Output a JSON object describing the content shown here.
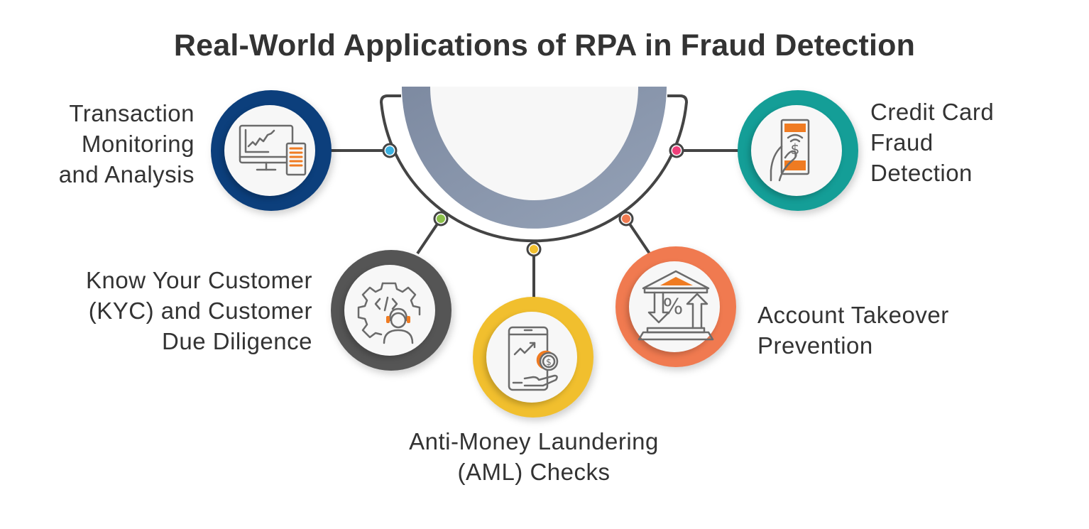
{
  "title": "Real-World Applications of RPA in Fraud Detection",
  "colors": {
    "text": "#333333",
    "connector": "#444444",
    "hub_ring": "#8a97ad",
    "hub_fill": "#f7f7f7",
    "icon_stroke": "#6b6b6b",
    "icon_accent": "#ef7b22"
  },
  "items": [
    {
      "id": "transaction-monitoring",
      "lines": [
        "Transaction",
        "Monitoring",
        "and Analysis"
      ],
      "ring_color": "#0c3f7c",
      "dot_color": "#3bb1e0",
      "icon": "monitor-chart-tablet-icon"
    },
    {
      "id": "credit-card-fraud",
      "lines": [
        "Credit Card",
        "Fraud",
        "Detection"
      ],
      "ring_color": "#149e97",
      "dot_color": "#ef3f7a",
      "icon": "hand-card-dollar-icon"
    },
    {
      "id": "kyc-due-diligence",
      "lines": [
        "Know Your Customer",
        "(KYC) and Customer",
        "Due Diligence"
      ],
      "ring_color": "#555555",
      "dot_color": "#8cc04b",
      "icon": "gear-code-agent-icon"
    },
    {
      "id": "aml-checks",
      "lines": [
        "Anti-Money Laundering",
        "(AML) Checks"
      ],
      "ring_color": "#f1bf2e",
      "dot_color": "#f1bf2e",
      "icon": "phone-growth-coin-icon"
    },
    {
      "id": "account-takeover",
      "lines": [
        "Account Takeover",
        "Prevention"
      ],
      "ring_color": "#f07a50",
      "dot_color": "#f07a50",
      "icon": "bank-percent-arrows-icon"
    }
  ]
}
